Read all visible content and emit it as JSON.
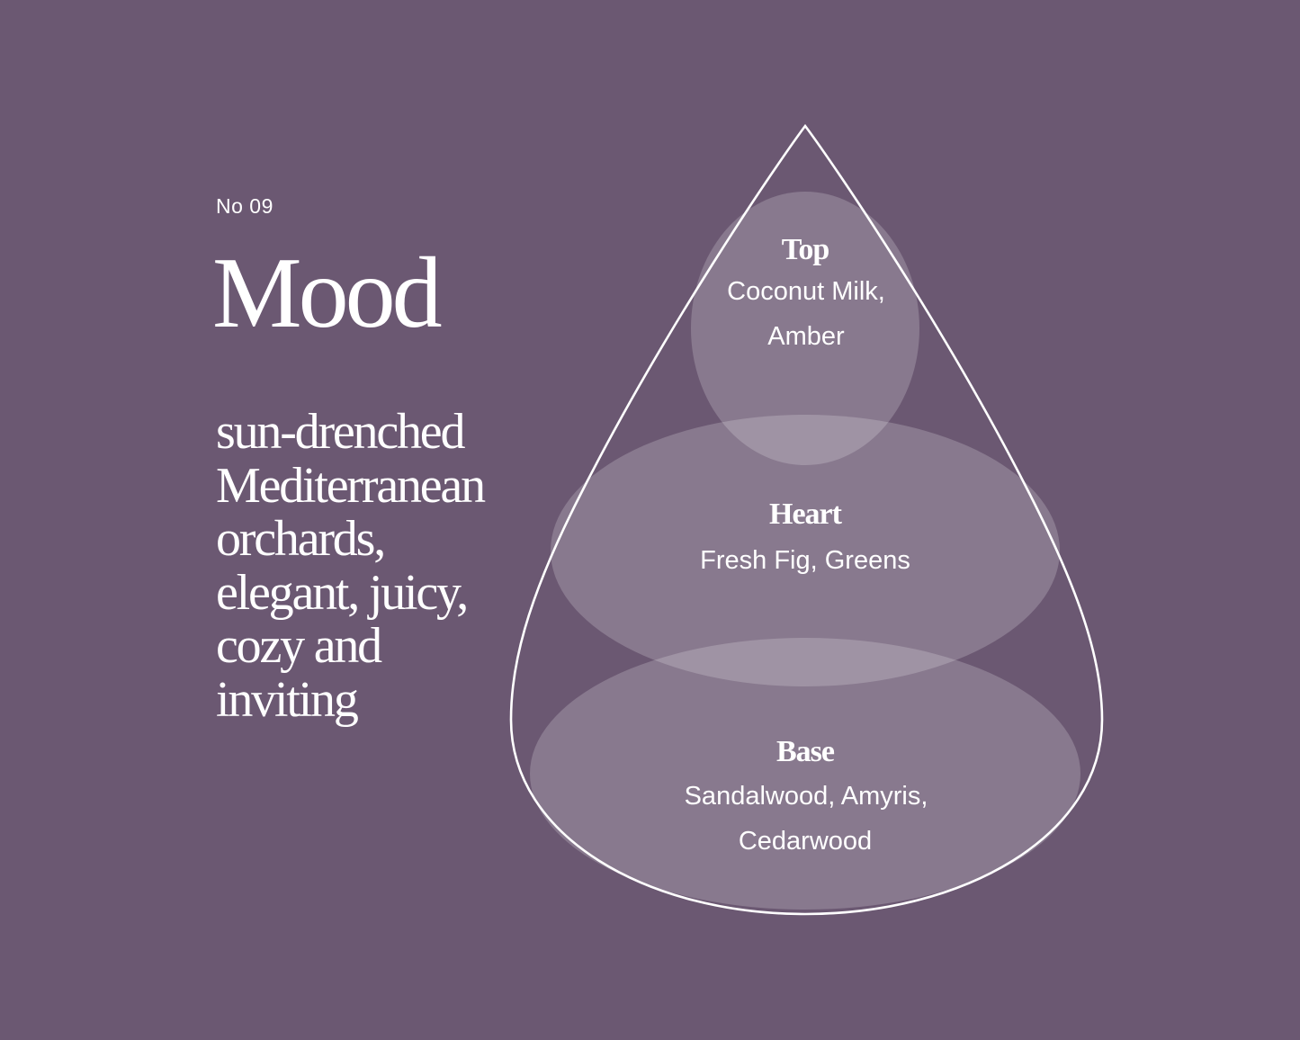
{
  "brand": {
    "number": "No 09",
    "title": "Mood",
    "description_lines": [
      "sun-drenched",
      "Mediterranean",
      "orchards,",
      "elegant, juicy,",
      "cozy and",
      "inviting"
    ]
  },
  "notes": {
    "top": {
      "title": "Top",
      "lines": [
        "Coconut Milk,",
        "Amber"
      ]
    },
    "heart": {
      "title": "Heart",
      "lines": [
        "Fresh Fig, Greens"
      ]
    },
    "base": {
      "title": "Base",
      "lines": [
        "Sandalwood, Amyris,",
        "Cedarwood"
      ]
    }
  },
  "colors": {
    "background": "#6b5872",
    "text": "#ffffff",
    "outline": "#ffffff"
  }
}
